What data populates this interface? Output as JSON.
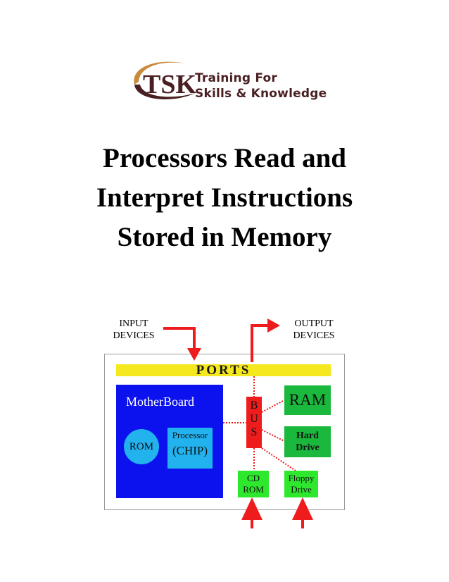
{
  "logo": {
    "line1": "Training For",
    "line2": "Skills & Knowledge",
    "colors": {
      "maroon": "#4a1f22",
      "ring": "#c98a3c"
    }
  },
  "title": {
    "line1": "Processors Read and",
    "line2": "Interpret Instructions",
    "line3": "Stored in Memory"
  },
  "diagram": {
    "input_label_1": "INPUT",
    "input_label_2": "DEVICES",
    "output_label_1": "OUTPUT",
    "output_label_2": "DEVICES",
    "ports": "PORTS",
    "motherboard": "MotherBoard",
    "rom": "ROM",
    "processor_1": "Processor",
    "processor_2": "(CHIP)",
    "bus_1": "B",
    "bus_2": "U",
    "bus_3": "S",
    "ram": "RAM",
    "hard_drive_1": "Hard",
    "hard_drive_2": "Drive",
    "cd_rom_1": "CD",
    "cd_rom_2": "ROM",
    "floppy_1": "Floppy",
    "floppy_2": "Drive",
    "colors": {
      "arrow": "#ee1c1c",
      "ports": "#f6e81e",
      "motherboard": "#0c12ee",
      "chip": "#22b2ee",
      "bus": "#ee1c1c",
      "memory": "#1ab83c",
      "drives": "#2ee82e"
    }
  }
}
